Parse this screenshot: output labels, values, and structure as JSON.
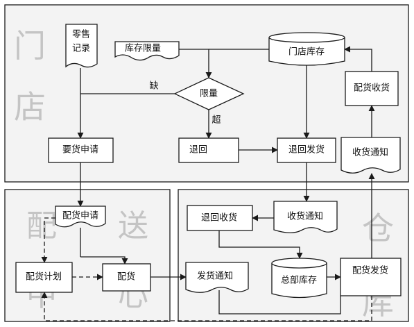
{
  "regions": {
    "store": "门店",
    "distribution_center": "配送中心",
    "warehouse": "仓库"
  },
  "nodes": {
    "retail_record": "零售记录",
    "inventory_limit": "库存限量",
    "store_inventory": "门店库存",
    "restock_receipt": "配货收货",
    "limit_check": "限量",
    "request_stock": "要货申请",
    "return": "退回",
    "return_shipment": "退回发货",
    "receipt_notice": "收货通知",
    "stock_request_doc": "配货申请",
    "return_receipt": "退回收货",
    "return_receipt_notice": "收货通知",
    "stock_plan": "配货计划",
    "allocate": "配货",
    "shipment_notice": "发货通知",
    "hq_inventory": "总部库存",
    "stock_shipment": "配货发货"
  },
  "edge_labels": {
    "shortage": "缺",
    "excess": "超"
  },
  "colors": {
    "region_fill": "#f3f3f3",
    "border": "#1a1a1a",
    "watermark": "#c4c4c4"
  }
}
